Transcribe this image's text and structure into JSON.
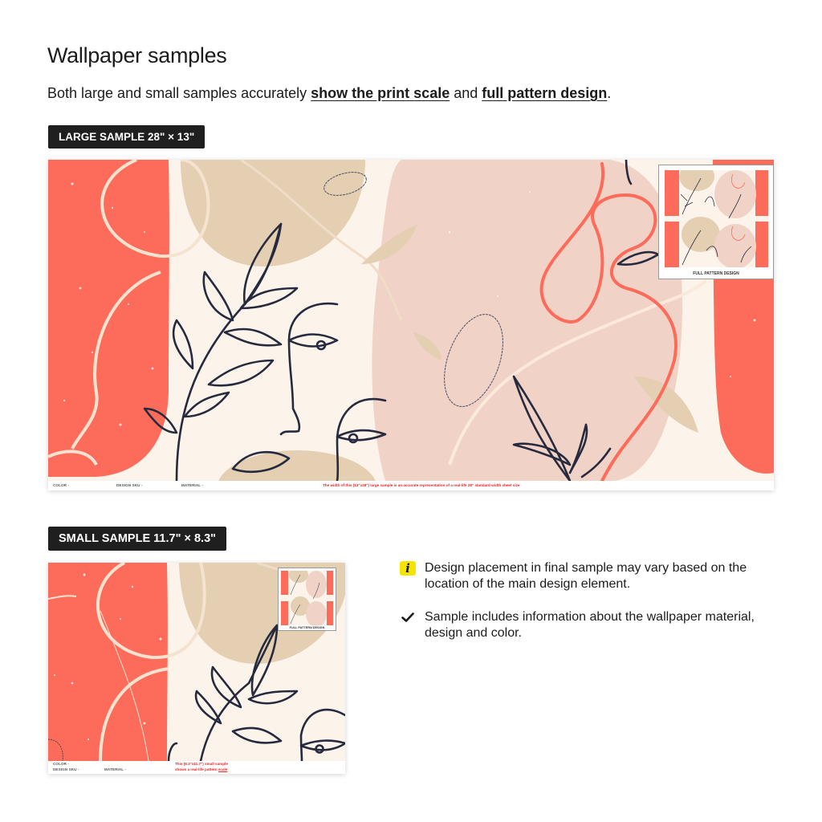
{
  "header": {
    "title": "Wallpaper samples",
    "subtitle_parts": {
      "before": "Both large and small samples accurately ",
      "link1": "show the print scale",
      "middle": " and ",
      "link2": "full pattern design",
      "after": "."
    }
  },
  "large_sample": {
    "badge": "LARGE SAMPLE 28\" × 13\"",
    "meta": {
      "color": "COLOR -",
      "design_sku": "DESIGN SKU -",
      "material": "MATERIAL -"
    },
    "note": "The width of this (13\"x28\") large sample is an accurate representation of a real-life 28\" standard-width sheet size",
    "inset_caption": "FULL PATTERN DESIGN"
  },
  "small_sample": {
    "badge": "SMALL SAMPLE 11.7\" × 8.3\"",
    "meta": {
      "color": "COLOR -",
      "design_sku": "DESIGN SKU -",
      "material": "MATERIAL -"
    },
    "note_line1": "This (8.3\"x11.7\") small sample",
    "note_line2_before": "shows a real-life pattern ",
    "note_line2_link": "scale",
    "inset_caption": "FULL PATTERN DESIGN"
  },
  "notes": [
    {
      "icon": "info-icon",
      "icon_glyph": "i",
      "text": "Design placement in final sample may vary based on the location of the main design element."
    },
    {
      "icon": "check-icon",
      "text": "Sample includes information about the wallpaper material, design and color."
    }
  ],
  "colors": {
    "coral": "#fd6b5a",
    "beige": "#e4cfb2",
    "blush": "#f1d2c6",
    "cream": "#fcf4ea",
    "ink": "#262a3e",
    "badge_bg": "#1f1f1f",
    "info_yellow": "#f5e400",
    "note_red": "#e8262b"
  }
}
